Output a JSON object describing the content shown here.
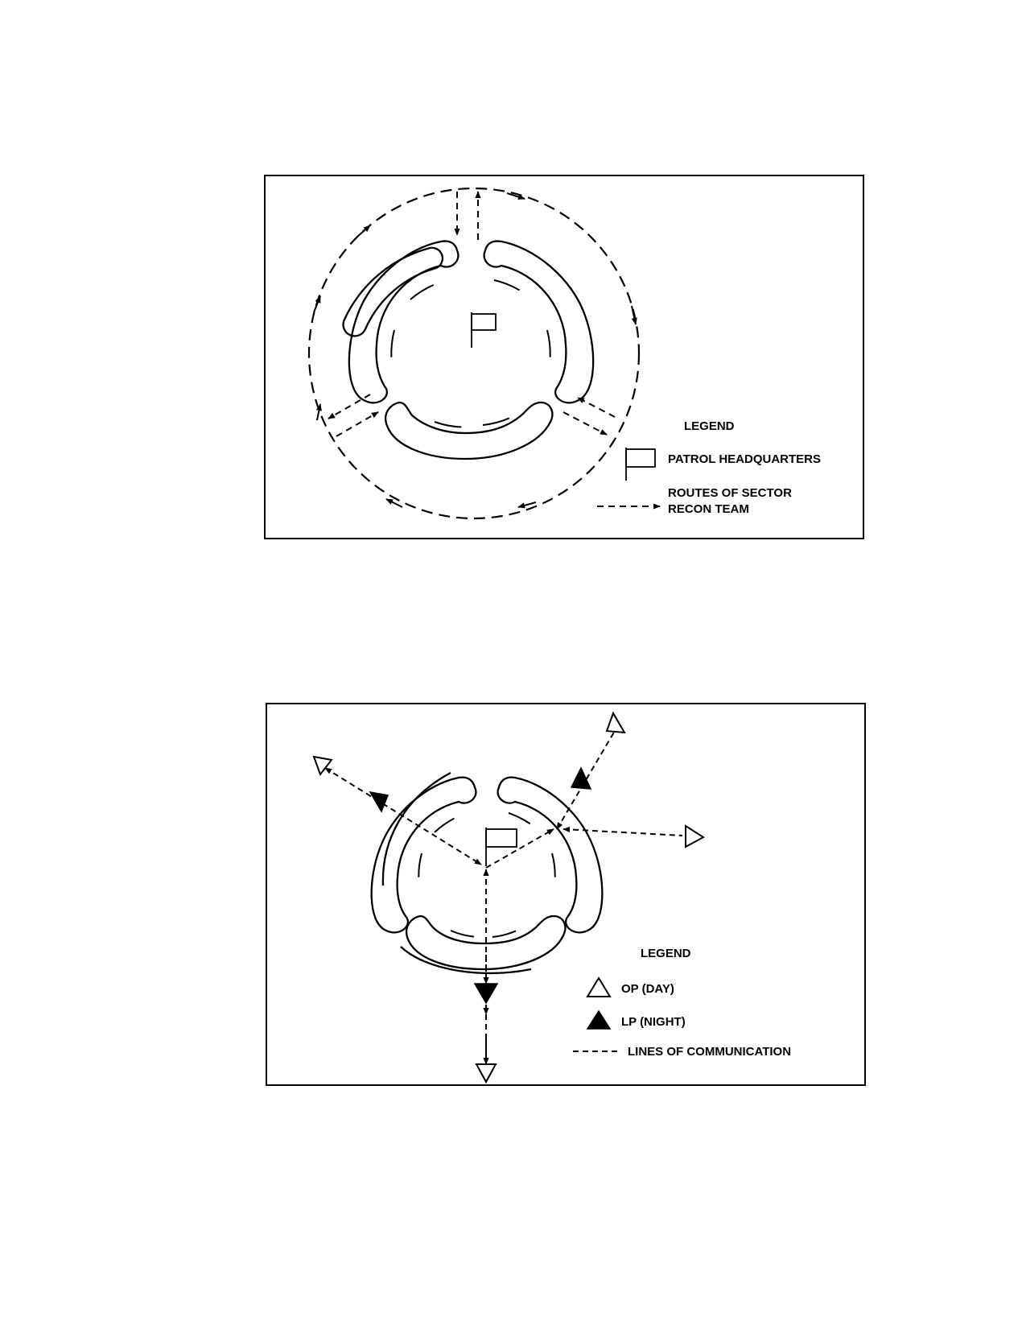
{
  "figure1": {
    "legend": {
      "title": "LEGEND",
      "items": [
        {
          "icon": "flag-icon",
          "lines": [
            "PATROL HEADQUARTERS"
          ]
        },
        {
          "icon": "dashed-arrow-icon",
          "lines": [
            "ROUTES OF SECTOR",
            "RECON TEAM"
          ]
        }
      ]
    }
  },
  "figure2": {
    "legend": {
      "title": "LEGEND",
      "items": [
        {
          "icon": "open-triangle-icon",
          "lines": [
            "OP (DAY)"
          ]
        },
        {
          "icon": "filled-triangle-icon",
          "lines": [
            "LP (NIGHT)"
          ]
        },
        {
          "icon": "dashed-line-icon",
          "lines": [
            "LINES OF COMMUNICATION"
          ]
        }
      ]
    }
  },
  "colors": {
    "ink": "#000000",
    "paper": "#ffffff"
  }
}
